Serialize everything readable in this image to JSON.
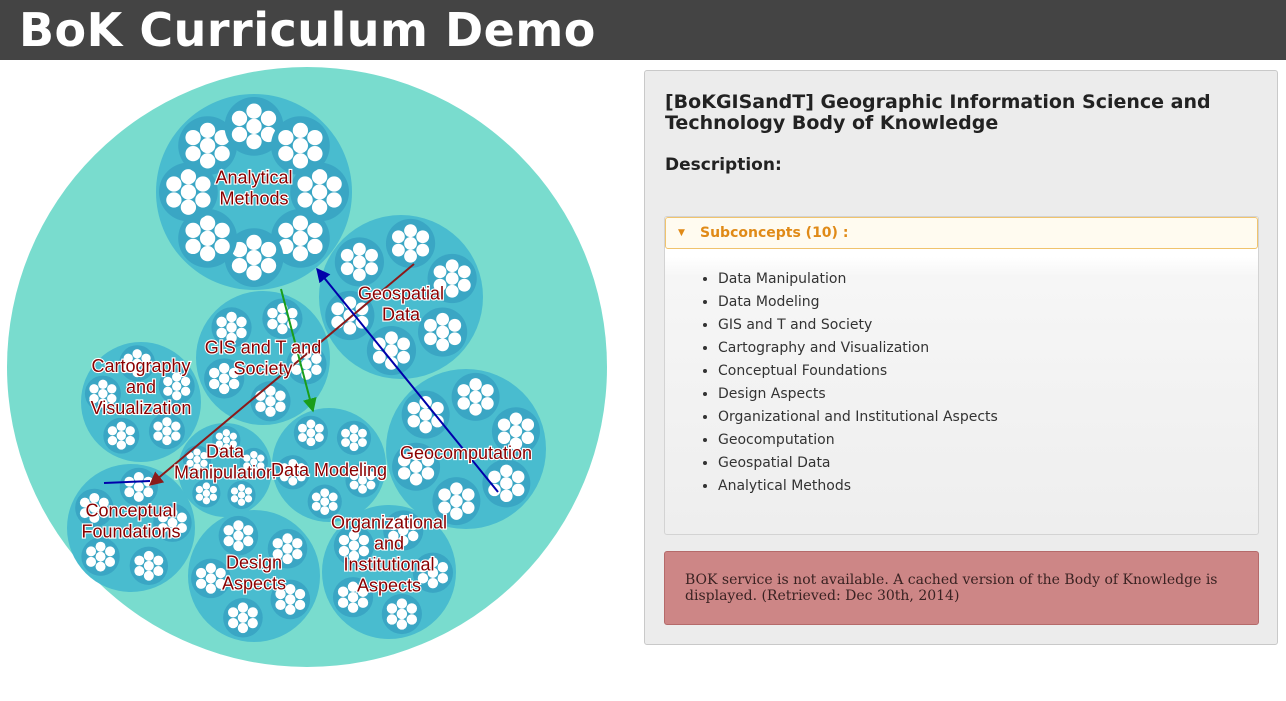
{
  "app": {
    "title": "BoK Curriculum Demo"
  },
  "colors": {
    "header_bg": "#444444",
    "outer_circle": "#79dcce",
    "group_circle": "#49bccf",
    "leaf_cluster": "#3aa6c4",
    "leaf": "#ffffff",
    "label_fill": "#8b0000",
    "arrow_dark_red": "#8b1a1a",
    "arrow_blue": "#0000aa",
    "arrow_green": "#1a9e1a",
    "accordion_accent": "#e08a17",
    "alert_bg": "#cd8686"
  },
  "visualization": {
    "nodes": [
      {
        "id": "analytical",
        "lines": [
          "Analytical",
          "Methods"
        ]
      },
      {
        "id": "geospatial",
        "lines": [
          "Geospatial",
          "Data"
        ]
      },
      {
        "id": "gist",
        "lines": [
          "GIS and T and",
          "Society"
        ]
      },
      {
        "id": "carto",
        "lines": [
          "Cartography",
          "and",
          "Visualization"
        ]
      },
      {
        "id": "geocomp",
        "lines": [
          "Geocomputation"
        ]
      },
      {
        "id": "datamanip",
        "lines": [
          "Data",
          "Manipulation"
        ]
      },
      {
        "id": "datamodel",
        "lines": [
          "Data Modeling"
        ]
      },
      {
        "id": "conceptual",
        "lines": [
          "Conceptual",
          "Foundations"
        ]
      },
      {
        "id": "design",
        "lines": [
          "Design",
          "Aspects"
        ]
      },
      {
        "id": "orginst",
        "lines": [
          "Organizational",
          "and",
          "Institutional",
          "Aspects"
        ]
      }
    ]
  },
  "concept": {
    "title": "[BoKGISandT] Geographic Information Science and Technology Body of Knowledge",
    "description_label": "Description:"
  },
  "subconcepts": {
    "header": "Subconcepts (10) :",
    "caret_icon": "triangle-down",
    "items": [
      "Data Manipulation",
      "Data Modeling",
      "GIS and T and Society",
      "Cartography and Visualization",
      "Conceptual Foundations",
      "Design Aspects",
      "Organizational and Institutional Aspects",
      "Geocomputation",
      "Geospatial Data",
      "Analytical Methods"
    ]
  },
  "alert": {
    "message": "BOK service is not available. A cached version of the Body of Knowledge is displayed. (Retrieved: Dec 30th, 2014)"
  }
}
